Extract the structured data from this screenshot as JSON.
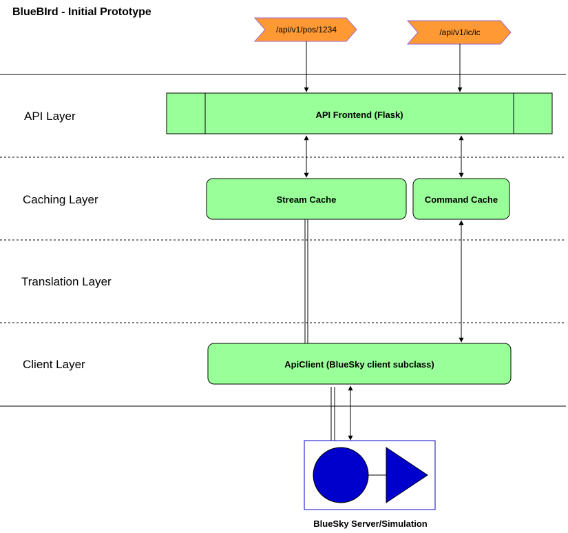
{
  "title": "BlueBIrd - Initial Prototype",
  "endpoints": {
    "pos": "/api/v1/pos/1234",
    "ic": "/api/v1/ic/ic"
  },
  "layers": {
    "api": "API Layer",
    "caching": "Caching Layer",
    "translation": "Translation Layer",
    "client": "Client Layer"
  },
  "components": {
    "api_frontend": "API Frontend (Flask)",
    "stream_cache": "Stream Cache",
    "command_cache": "Command Cache",
    "api_client": "ApiClient (BlueSky client subclass)"
  },
  "server": {
    "label": "BlueSky Server/Simulation"
  },
  "colors": {
    "component_fill": "#99FF99",
    "endpoint_fill": "#FF9933",
    "server_shape": "#0000CC"
  }
}
